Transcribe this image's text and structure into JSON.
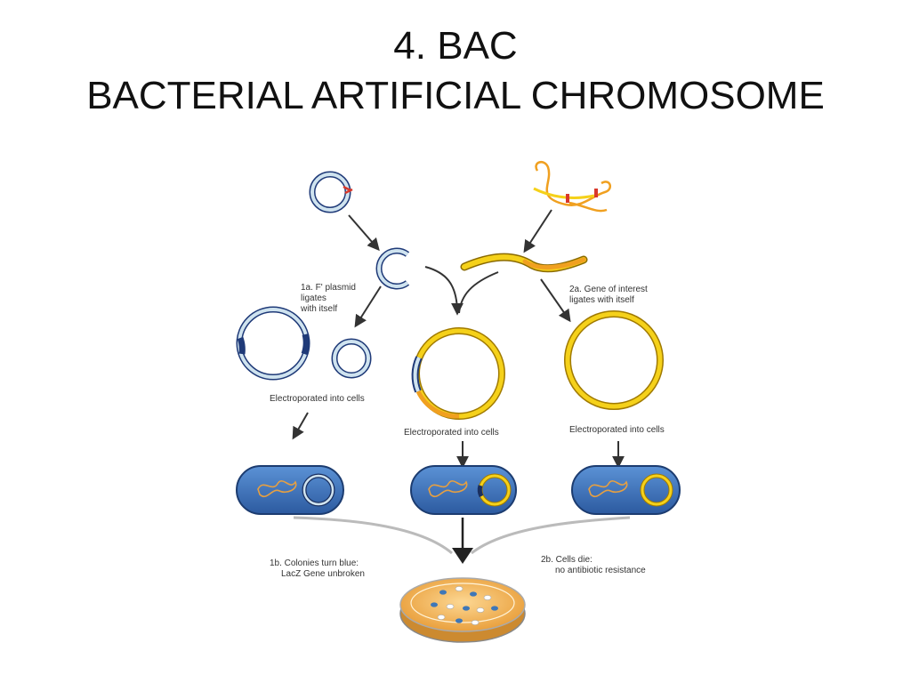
{
  "slide": {
    "title_line1": "4. BAC",
    "title_line2": "BACTERIAL ARTIFICIAL CHROMOSOME"
  },
  "labels": {
    "step_1a": [
      "1a. F' plasmid",
      "ligates",
      "with itself"
    ],
    "step_2a": [
      "2a. Gene of interest",
      "ligates with itself"
    ],
    "electroporated": "Electroporated into cells",
    "step_1b": [
      "1b. Colonies turn blue:",
      "LacZ Gene unbroken"
    ],
    "step_2b": [
      "2b. Cells die:",
      "no antibiotic resistance"
    ]
  },
  "colors": {
    "plasmid_blue": "#9cc3dc",
    "plasmid_dark": "#1f3a78",
    "insert_yellow": "#f5d11a",
    "insert_orange": "#f0a020",
    "cell_blue": "#3a73c0",
    "restriction_red": "#d9382b",
    "dish": "#f4b860"
  }
}
